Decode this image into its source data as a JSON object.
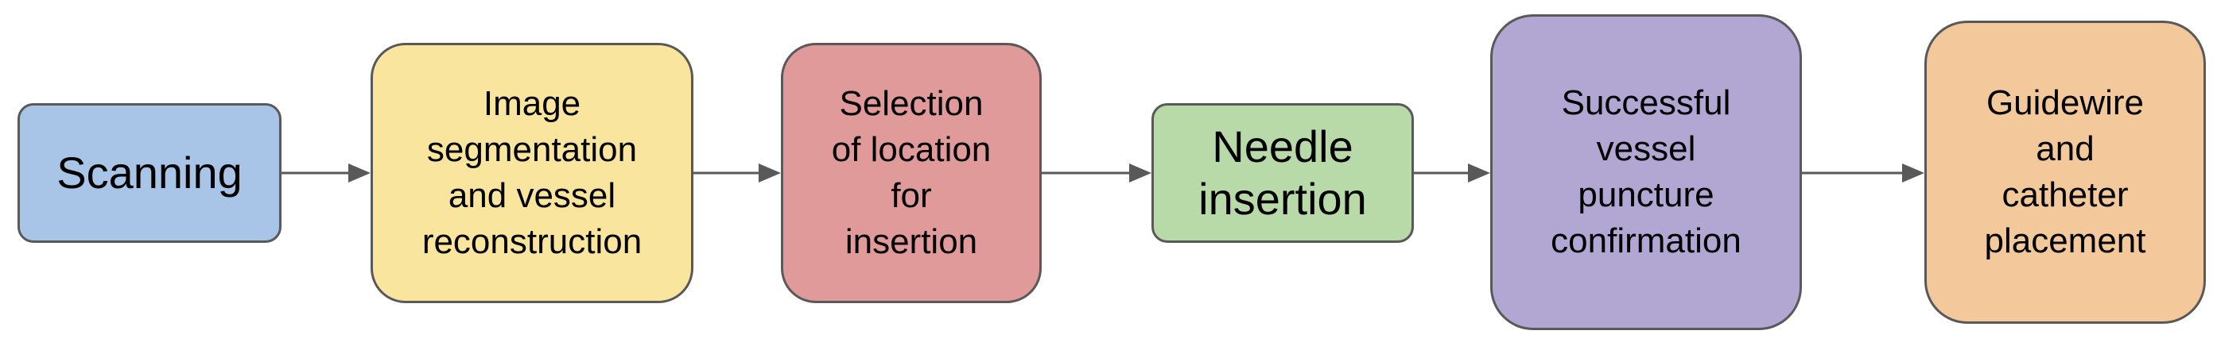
{
  "diagram": {
    "steps": [
      {
        "label": "Scanning",
        "color": "#a8c4e6"
      },
      {
        "label": "Image\nsegmentation\nand vessel\nreconstruction",
        "color": "#fae59f"
      },
      {
        "label": "Selection\nof location\nfor\ninsertion",
        "color": "#e09a9a"
      },
      {
        "label": "Needle\ninsertion",
        "color": "#b8d9a8"
      },
      {
        "label": "Successful\nvessel\npuncture\nconfirmation",
        "color": "#b2a6d2"
      },
      {
        "label": "Guidewire\nand\ncatheter\nplacement",
        "color": "#f3c99b"
      }
    ],
    "border_color": "#595959",
    "arrow_color": "#595959"
  }
}
